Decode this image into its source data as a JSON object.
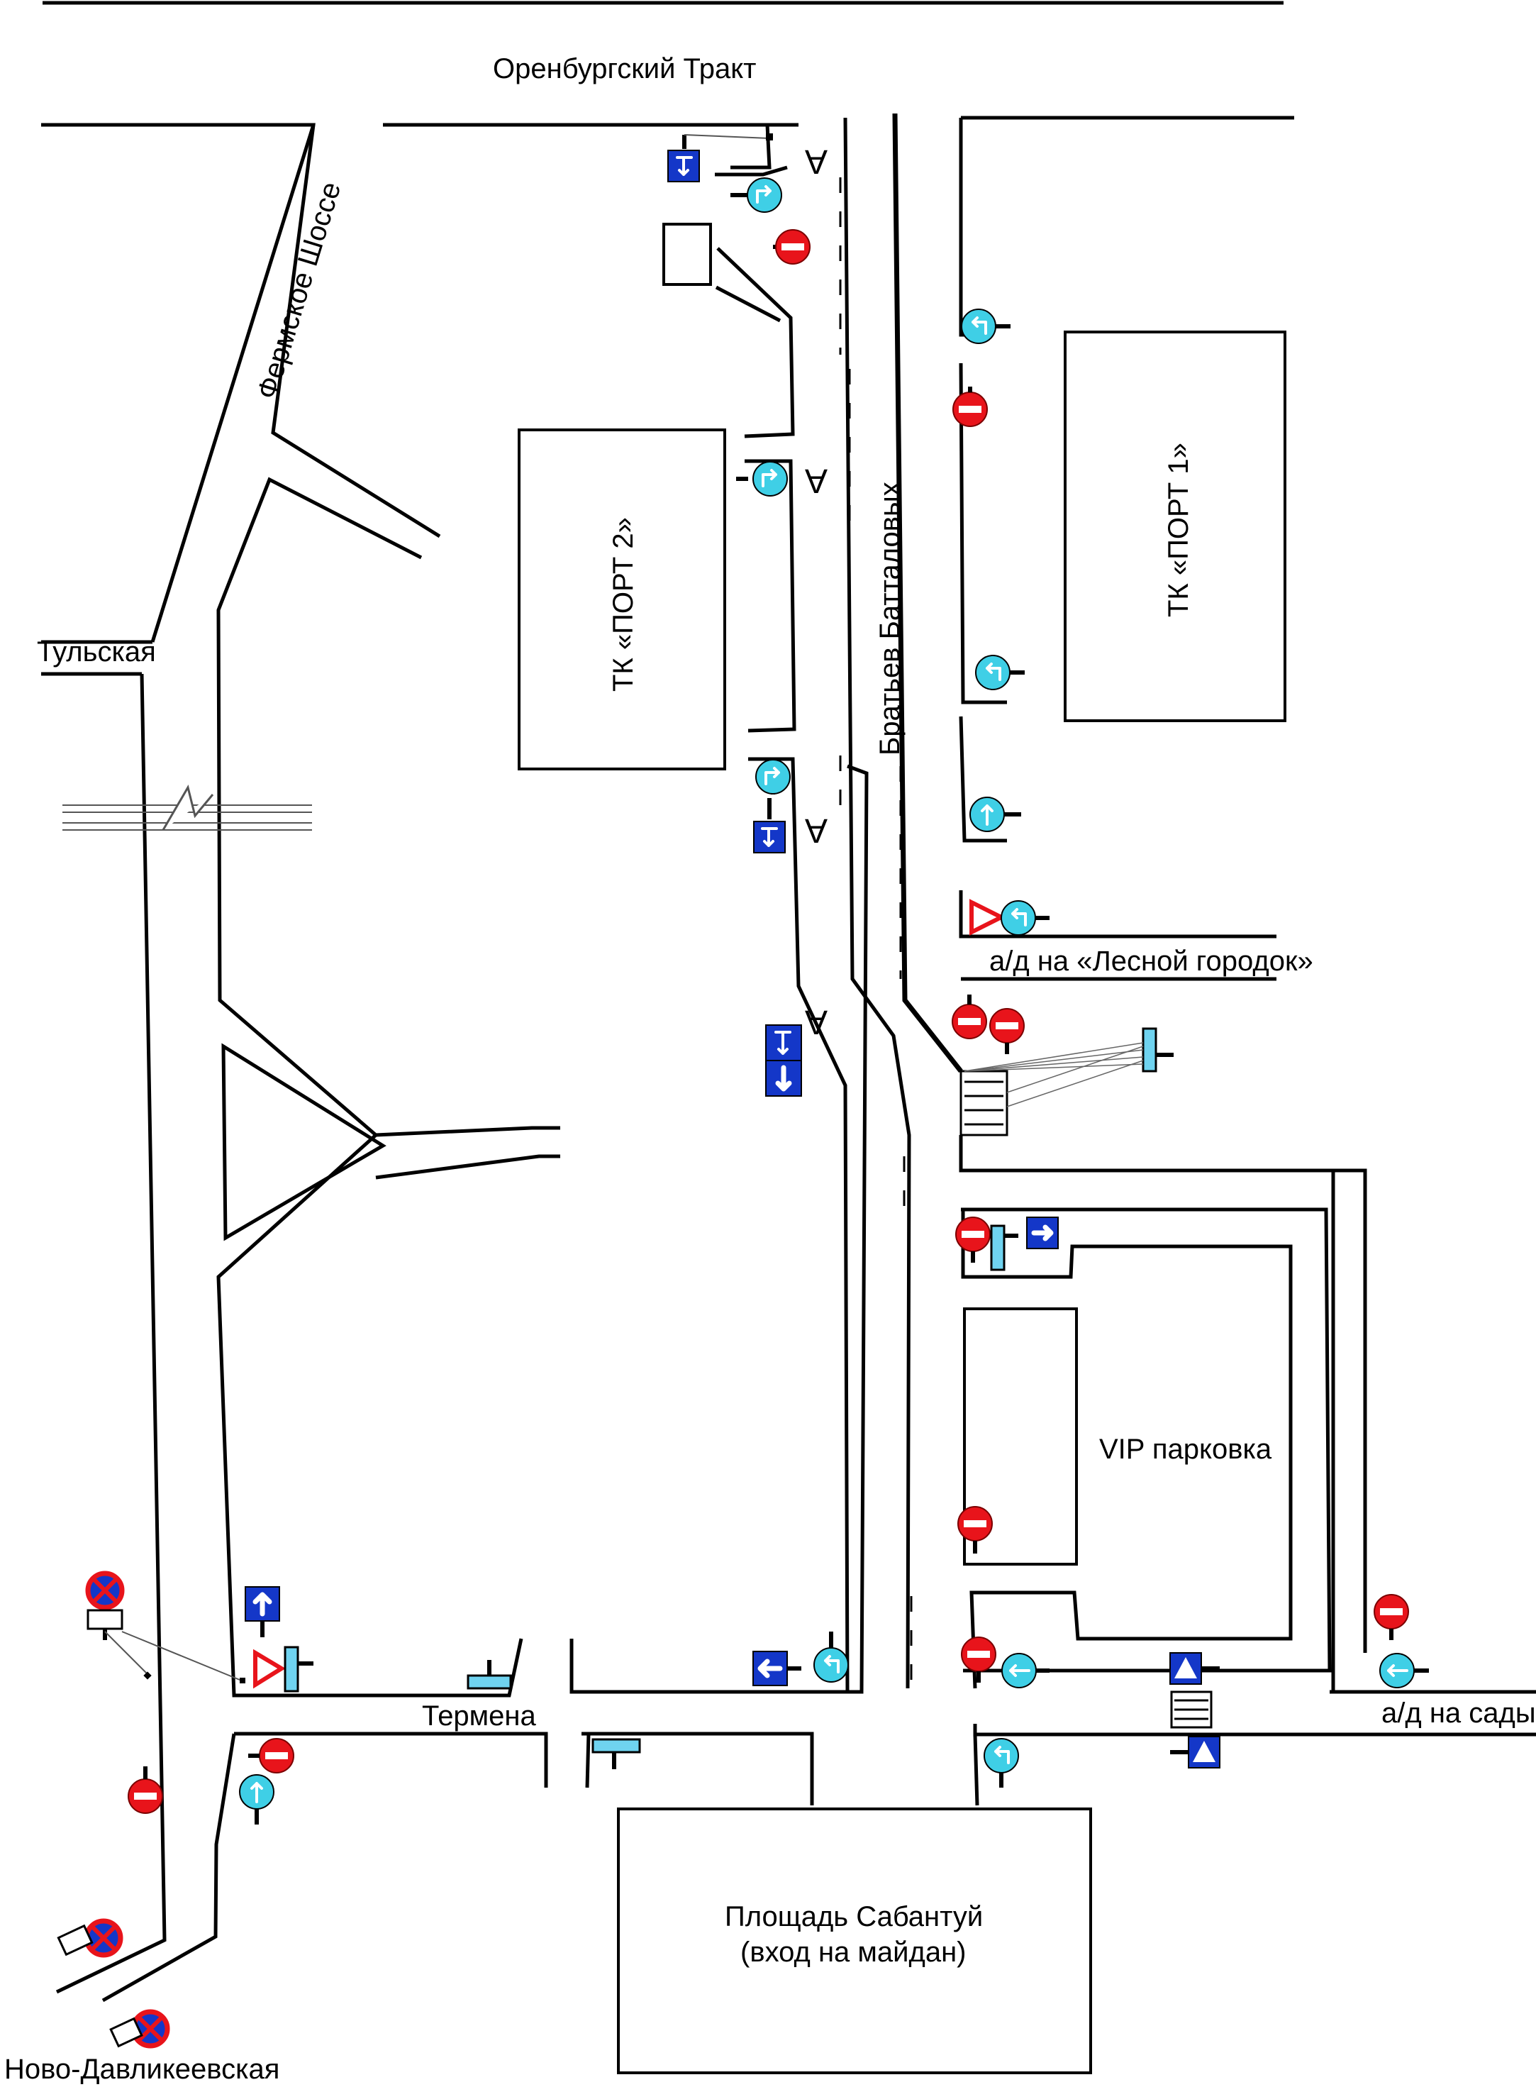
{
  "labels": {
    "orenburg_tract": "Оренбургский Тракт",
    "fermskoe_shosse": "Фермское Шоссе",
    "tulskaya": "Тульская",
    "batallovy": "Братьев Батталовых",
    "port2": "ТК «ПОРТ 2»",
    "port1": "ТК «ПОРТ 1»",
    "lesnoy": "а/д на «Лесной городок»",
    "vip": "VIP парковка",
    "termena": "Термена",
    "sady": "а/д на сады",
    "sabantuy_line1": "Площадь Сабантуй",
    "sabantuy_line2": "(вход на майдан)",
    "novo": "Ново-Давликеевская",
    "stop_letter": "A"
  },
  "sign_types": {
    "no_entry": "no-entry-sign",
    "turn_right": "turn-right-sign",
    "turn_left": "turn-left-sign",
    "straight": "go-straight-sign",
    "yield": "yield-sign",
    "one_way": "one-way-sign",
    "no_stopping": "no-stopping-sign",
    "crossing": "pedestrian-crossing-sign",
    "bus_stop": "bus-stop-letter"
  },
  "colors": {
    "no_entry_red": "#e8141b",
    "mandatory_cyan": "#3fcfe6",
    "info_blue": "#1437c8",
    "plate_cyan": "#6fd3f0"
  }
}
